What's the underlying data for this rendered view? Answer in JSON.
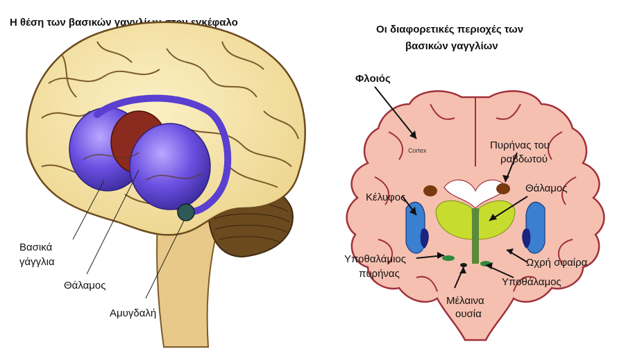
{
  "left_panel": {
    "title": "Η θέση των βασικών γαγγλίων στον εγκέφαλο",
    "labels": {
      "basal_ganglia_line1": "Βασικά",
      "basal_ganglia_line2": "γάγγλια",
      "thalamus": "Θάλαμος",
      "amygdala": "Αμυγδαλή"
    }
  },
  "right_panel": {
    "title_line1": "Οι διαφορετικές περιοχές των",
    "title_line2": "βασικών γαγγλίων",
    "labels": {
      "cortex": "Φλοιός",
      "cortex_inner": "Cortex",
      "caudate_line1": "Πυρήνας του",
      "caudate_line2": "ραβδωτού",
      "putamen": "Κέλυφος",
      "thalamus": "Θάλαμος",
      "subthalamic_line1": "Υποθαλάμιος",
      "subthalamic_line2": "πυρήνας",
      "globus_pallidus": "Ωχρή σφαίρα",
      "hypothalamus": "Υποθάλαμος",
      "substantia_nigra_line1": "Μέλαινα",
      "substantia_nigra_line2": "ουσία"
    }
  },
  "colors": {
    "brain_skin": "#f6e3a0",
    "brain_outline": "#6b4a1e",
    "basal_ganglia": "#5a3fd0",
    "thalamus_red": "#8b2a1e",
    "coronal_tissue": "#f5c0b0",
    "coronal_outline": "#a0303a",
    "putamen_blue": "#3a7fd0",
    "thalamus_green": "#c8dc30",
    "caudate_brown": "#7a3a10"
  }
}
